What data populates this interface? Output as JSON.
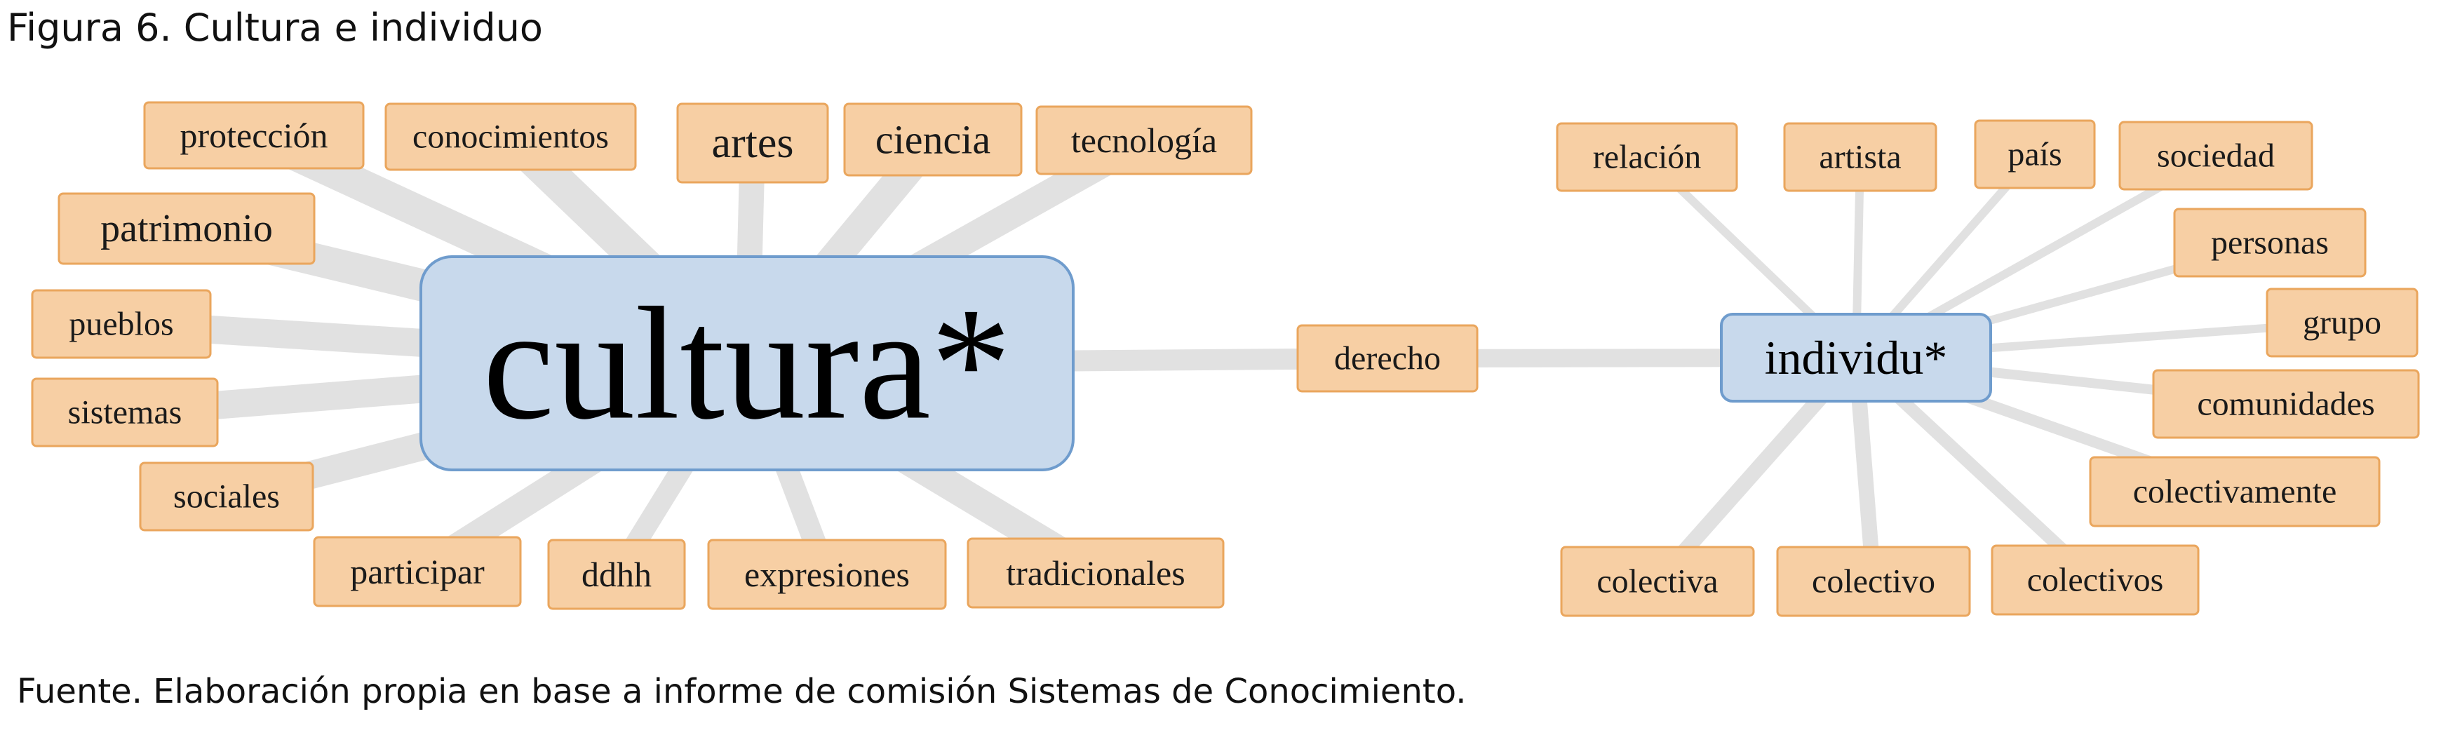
{
  "figure": {
    "title": "Figura 6. Cultura e individuo",
    "source": "Fuente. Elaboración propia en base a informe de comisión Sistemas de Conocimiento."
  },
  "colors": {
    "word_fill": "#f7cfa4",
    "word_border": "#eaa65d",
    "hub_fill": "#c8d9ec",
    "hub_border": "#6f9ccd",
    "edge": "#e1e1e1"
  },
  "hubs": {
    "cultura": "cultura*",
    "individu": "individu*"
  },
  "bridge": "derecho",
  "cultura_words": [
    "protección",
    "conocimientos",
    "artes",
    "ciencia",
    "tecnología",
    "patrimonio",
    "pueblos",
    "sistemas",
    "sociales",
    "participar",
    "ddhh",
    "expresiones",
    "tradicionales"
  ],
  "individu_words": [
    "relación",
    "artista",
    "país",
    "sociedad",
    "personas",
    "grupo",
    "comunidades",
    "colectivamente",
    "colectiva",
    "colectivo",
    "colectivos"
  ]
}
